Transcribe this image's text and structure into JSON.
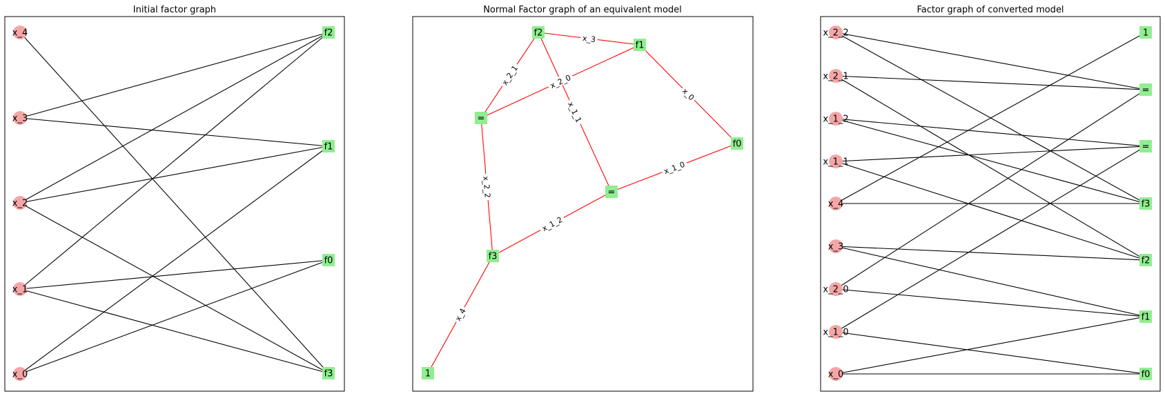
{
  "colors": {
    "variable_node": "#f4a6a6",
    "factor_node": "#90ee90",
    "edge_black": "#000000",
    "edge_red": "#ff0000",
    "frame": "#000000",
    "background": "#ffffff"
  },
  "panels": [
    {
      "title": "Initial factor graph",
      "edge_color": "edge_black",
      "nodes": [
        {
          "id": "x_4",
          "label": "x_4",
          "kind": "variable"
        },
        {
          "id": "x_3",
          "label": "x_3",
          "kind": "variable"
        },
        {
          "id": "x_2",
          "label": "x_2",
          "kind": "variable"
        },
        {
          "id": "x_1",
          "label": "x_1",
          "kind": "variable"
        },
        {
          "id": "x_0",
          "label": "x_0",
          "kind": "variable"
        },
        {
          "id": "f2",
          "label": "f2",
          "kind": "factor"
        },
        {
          "id": "f1",
          "label": "f1",
          "kind": "factor"
        },
        {
          "id": "f0",
          "label": "f0",
          "kind": "factor"
        },
        {
          "id": "f3",
          "label": "f3",
          "kind": "factor"
        }
      ],
      "edges": [
        {
          "from": "x_4",
          "to": "f3"
        },
        {
          "from": "x_3",
          "to": "f2"
        },
        {
          "from": "x_3",
          "to": "f1"
        },
        {
          "from": "x_2",
          "to": "f2"
        },
        {
          "from": "x_2",
          "to": "f1"
        },
        {
          "from": "x_2",
          "to": "f3"
        },
        {
          "from": "x_1",
          "to": "f2"
        },
        {
          "from": "x_1",
          "to": "f0"
        },
        {
          "from": "x_1",
          "to": "f3"
        },
        {
          "from": "x_0",
          "to": "f1"
        },
        {
          "from": "x_0",
          "to": "f0"
        }
      ]
    },
    {
      "title": "Normal Factor graph of an equivalent model",
      "edge_color": "edge_red",
      "nodes": [
        {
          "id": "f2",
          "label": "f2",
          "kind": "factor"
        },
        {
          "id": "f1",
          "label": "f1",
          "kind": "factor"
        },
        {
          "id": "eq_a",
          "label": "=",
          "kind": "factor"
        },
        {
          "id": "f0",
          "label": "f0",
          "kind": "factor"
        },
        {
          "id": "eq_b",
          "label": "=",
          "kind": "factor"
        },
        {
          "id": "f3",
          "label": "f3",
          "kind": "factor"
        },
        {
          "id": "one",
          "label": "1",
          "kind": "factor"
        }
      ],
      "edges": [
        {
          "from": "f2",
          "to": "f1",
          "label": "x_3"
        },
        {
          "from": "f2",
          "to": "eq_a",
          "label": "x_2_1"
        },
        {
          "from": "eq_a",
          "to": "f1",
          "label": "x_2_0"
        },
        {
          "from": "f2",
          "to": "eq_b",
          "label": "x_1_1"
        },
        {
          "from": "f1",
          "to": "f0",
          "label": "x_0"
        },
        {
          "from": "eq_a",
          "to": "f3",
          "label": "x_2_2"
        },
        {
          "from": "eq_b",
          "to": "f0",
          "label": "x_1_0"
        },
        {
          "from": "f3",
          "to": "eq_b",
          "label": "x_1_2"
        },
        {
          "from": "one",
          "to": "f3",
          "label": "x_4"
        }
      ]
    },
    {
      "title": "Factor graph of converted model",
      "edge_color": "edge_black",
      "nodes": [
        {
          "id": "x_2_2",
          "label": "x_2_2",
          "kind": "variable"
        },
        {
          "id": "x_2_1",
          "label": "x_2_1",
          "kind": "variable"
        },
        {
          "id": "x_1_2",
          "label": "x_1_2",
          "kind": "variable"
        },
        {
          "id": "x_1_1",
          "label": "x_1_1",
          "kind": "variable"
        },
        {
          "id": "x_4",
          "label": "x_4",
          "kind": "variable"
        },
        {
          "id": "x_3",
          "label": "x_3",
          "kind": "variable"
        },
        {
          "id": "x_2_0",
          "label": "x_2_0",
          "kind": "variable"
        },
        {
          "id": "x_1_0",
          "label": "x_1_0",
          "kind": "variable"
        },
        {
          "id": "x_0",
          "label": "x_0",
          "kind": "variable"
        },
        {
          "id": "one",
          "label": "1",
          "kind": "factor"
        },
        {
          "id": "eq_a",
          "label": "=",
          "kind": "factor"
        },
        {
          "id": "eq_b",
          "label": "=",
          "kind": "factor"
        },
        {
          "id": "f3",
          "label": "f3",
          "kind": "factor"
        },
        {
          "id": "f2",
          "label": "f2",
          "kind": "factor"
        },
        {
          "id": "f1",
          "label": "f1",
          "kind": "factor"
        },
        {
          "id": "f0",
          "label": "f0",
          "kind": "factor"
        }
      ],
      "edges": [
        {
          "from": "x_2_2",
          "to": "eq_a"
        },
        {
          "from": "x_2_2",
          "to": "f3"
        },
        {
          "from": "x_2_1",
          "to": "eq_a"
        },
        {
          "from": "x_2_1",
          "to": "f2"
        },
        {
          "from": "x_1_2",
          "to": "eq_b"
        },
        {
          "from": "x_1_2",
          "to": "f3"
        },
        {
          "from": "x_1_1",
          "to": "eq_b"
        },
        {
          "from": "x_1_1",
          "to": "f2"
        },
        {
          "from": "x_4",
          "to": "one"
        },
        {
          "from": "x_4",
          "to": "f3"
        },
        {
          "from": "x_3",
          "to": "f2"
        },
        {
          "from": "x_3",
          "to": "f1"
        },
        {
          "from": "x_2_0",
          "to": "eq_a"
        },
        {
          "from": "x_2_0",
          "to": "f1"
        },
        {
          "from": "x_1_0",
          "to": "eq_b"
        },
        {
          "from": "x_1_0",
          "to": "f0"
        },
        {
          "from": "x_0",
          "to": "f1"
        },
        {
          "from": "x_0",
          "to": "f0"
        }
      ]
    }
  ]
}
